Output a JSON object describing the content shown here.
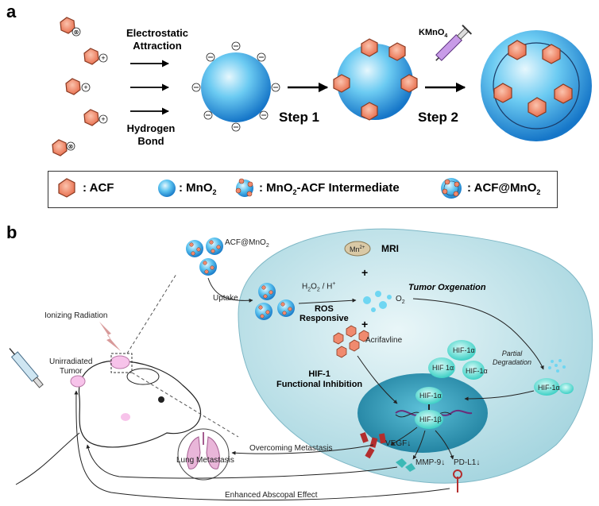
{
  "panel_a": {
    "letter": "a",
    "electrostatic_line1": "Electrostatic",
    "electrostatic_line2": "Attraction",
    "hydrogen_line1": "Hydrogen",
    "hydrogen_line2": "Bond",
    "step1": "Step 1",
    "step2": "Step 2",
    "reagent": "KMnO",
    "reagent_sub": "4"
  },
  "legend": {
    "acf": ": ACF",
    "mno2": ": MnO",
    "mno2_sub": "2",
    "intermediate": ": MnO",
    "intermediate_sub": "2",
    "intermediate_tail": "-ACF Intermediate",
    "acf_mno2": ": ACF@MnO",
    "acf_mno2_sub": "2"
  },
  "panel_b": {
    "letter": "b",
    "acf_mno2_label": "ACF@MnO",
    "acf_mno2_sub": "2",
    "mn_ion": "Mn",
    "mn_ion_sup": "2+",
    "mri": "MRI",
    "uptake": "Uptake",
    "h2o2": "H",
    "ros_line1": "ROS",
    "ros_line2": "Responsive",
    "o2": "O",
    "o2_sub": "2",
    "tumor_oxygenation": "Tumor Oxgenation",
    "acriflavine": "Acrifavline",
    "hif1_line1": "HIF-1",
    "hif1_line2": "Functional Inhibition",
    "hif1a": "HIF-1α",
    "hif1a_alt": "HIF 1α",
    "hif1b": "HIF-1β",
    "partial_line1": "Partial",
    "partial_line2": "Degradation",
    "vegf": "VEGF",
    "mmp9": "MMP-9",
    "pdl1": "PD-L1",
    "ionizing": "Ionizing Radiation",
    "unirr_line1": "Unirradiated",
    "unirr_line2": "Tumor",
    "lung": "Lung  Metastasis",
    "overcoming": "Overcoming Metastasis",
    "abscopal": "Enhanced Abscopal Effect",
    "plus": "+"
  },
  "colors": {
    "acf_fill": "#f08a6e",
    "acf_stroke": "#8a3a22",
    "mno2_light": "#bfeaf8",
    "mno2_dark": "#1e8fd6",
    "cell_fill": "#cfe9ee",
    "nucleus": "#2e9fbe"
  }
}
